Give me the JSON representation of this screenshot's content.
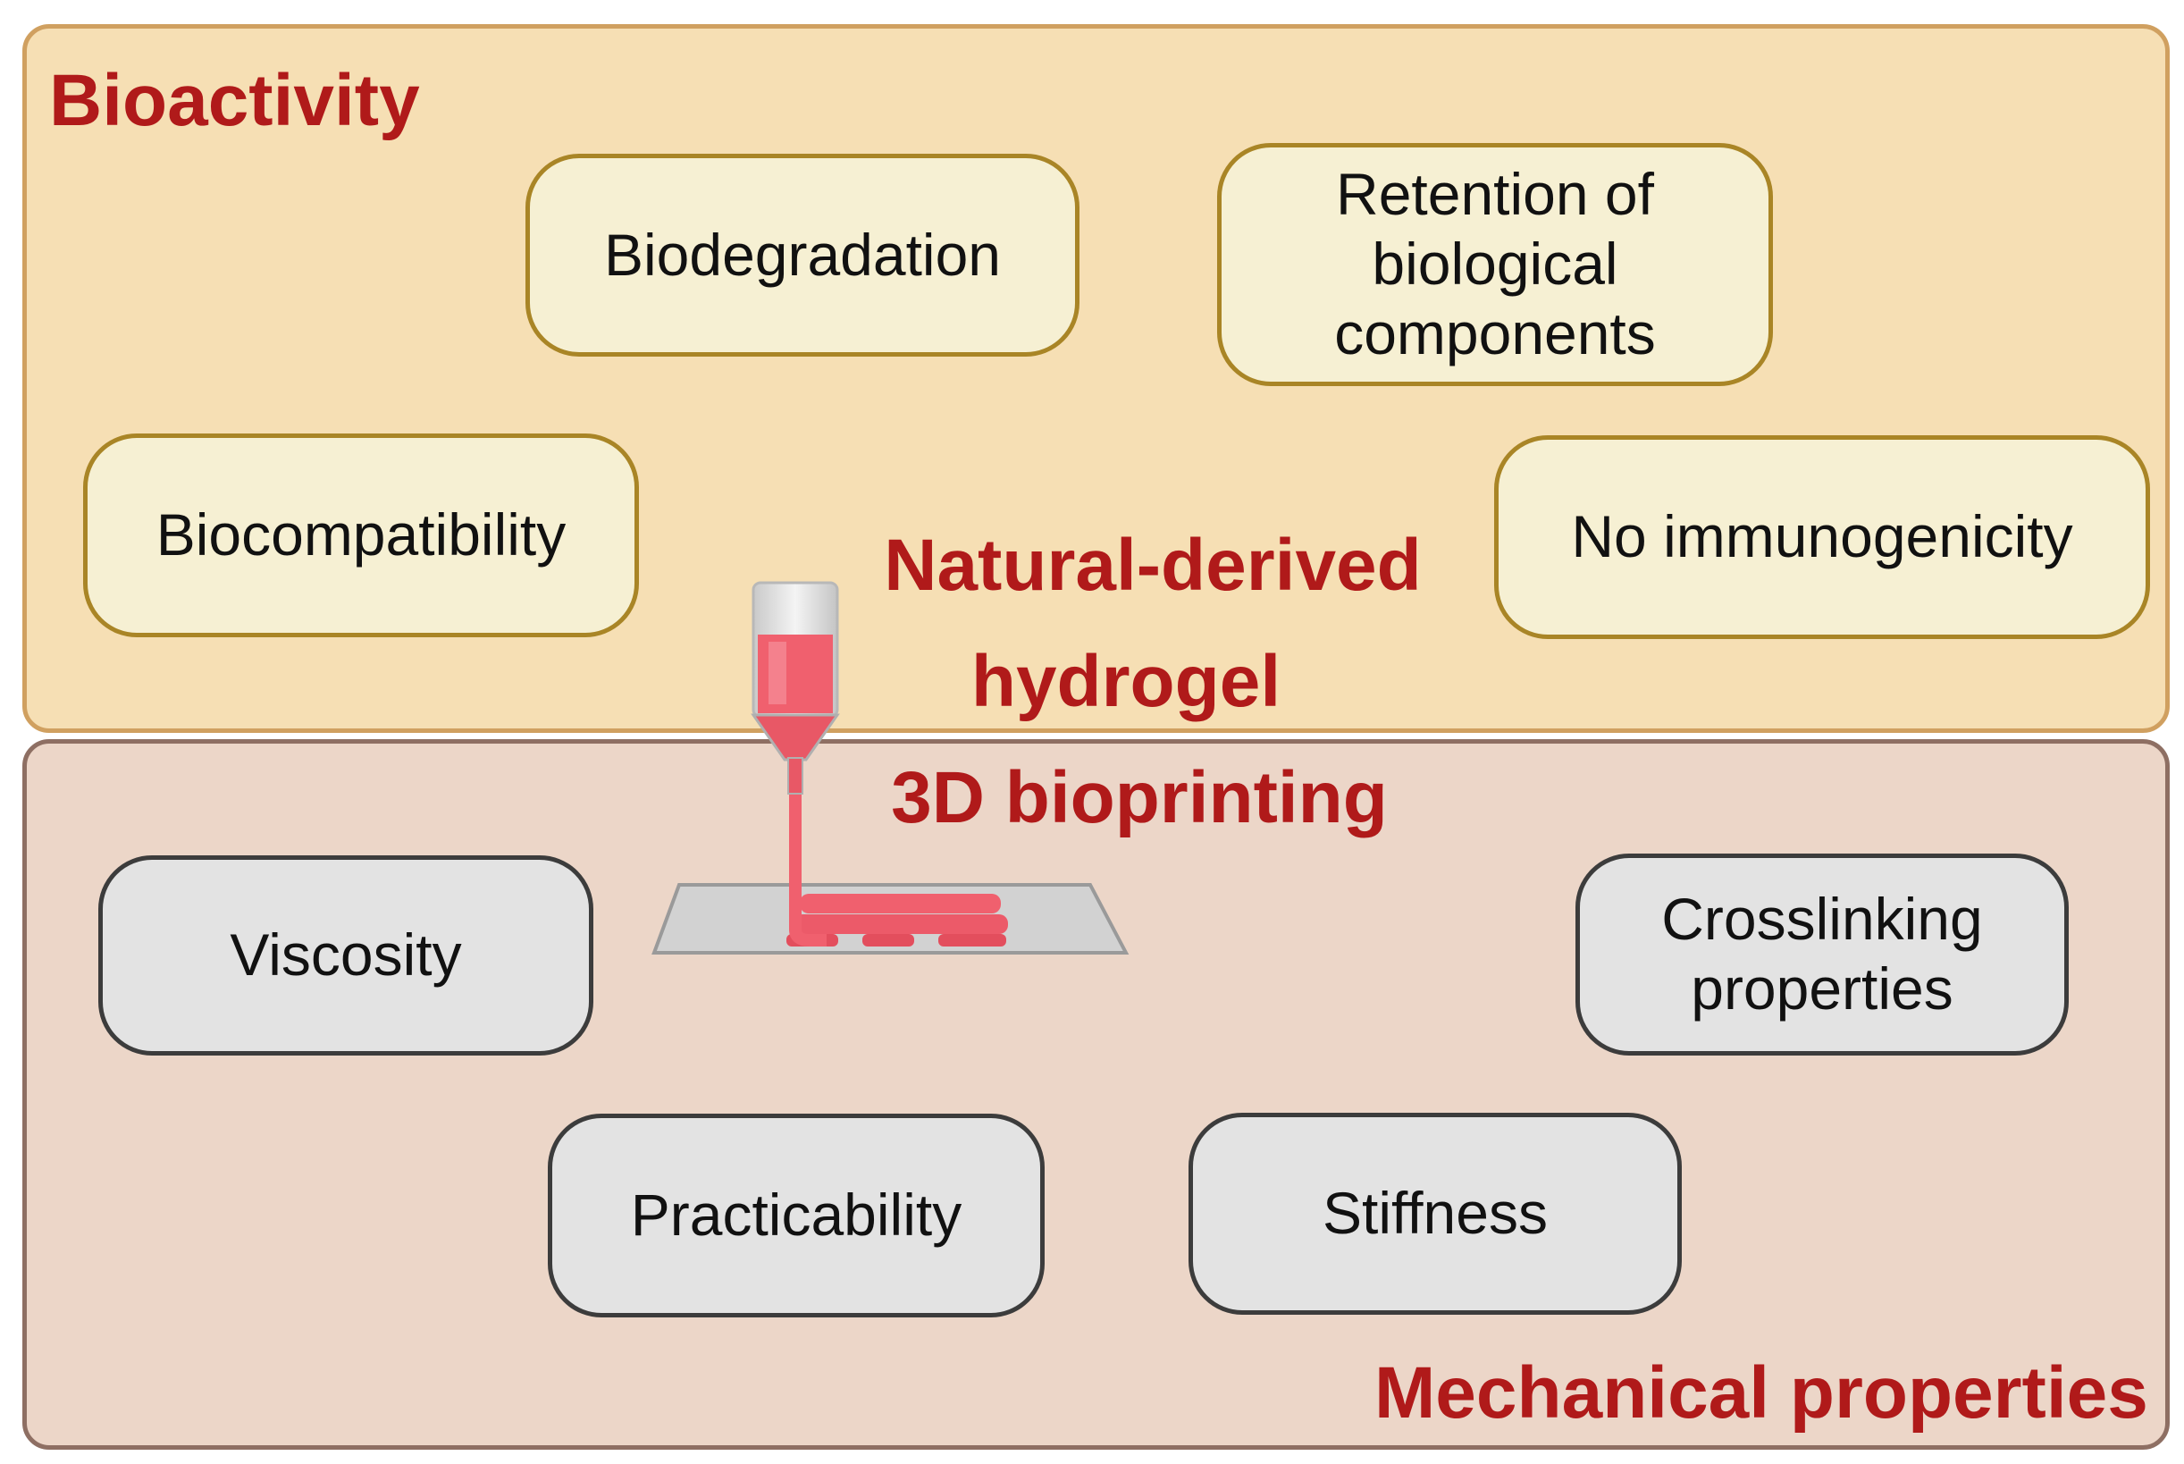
{
  "top_panel": {
    "title": "Bioactivity",
    "boxes": [
      {
        "id": "biodegradation",
        "label": "Biodegradation"
      },
      {
        "id": "retention",
        "label": "Retention of\nbiological\ncomponents"
      },
      {
        "id": "biocompatibility",
        "label": "Biocompatibility"
      },
      {
        "id": "immunogenicity",
        "label": "No immunogenicity"
      }
    ]
  },
  "center": {
    "line1": "Natural-derived",
    "line2": "hydrogel",
    "line3": "3D bioprinting"
  },
  "bottom_panel": {
    "title": "Mechanical properties",
    "boxes": [
      {
        "id": "viscosity",
        "label": "Viscosity"
      },
      {
        "id": "crosslinking",
        "label": "Crosslinking\nproperties"
      },
      {
        "id": "practicability",
        "label": "Practicability"
      },
      {
        "id": "stiffness",
        "label": "Stiffness"
      }
    ]
  },
  "colors": {
    "title_red": "#b01a1a",
    "bioactivity_bg": "#f6dfb4",
    "mechanical_bg": "#ecd6c8",
    "bio_box_bg": "#f6f0d3",
    "mech_box_bg": "#e3e3e3",
    "hydrogel_pink": "#f0606e"
  },
  "icons": {
    "illustration": "bioprinter-nozzle-icon"
  }
}
